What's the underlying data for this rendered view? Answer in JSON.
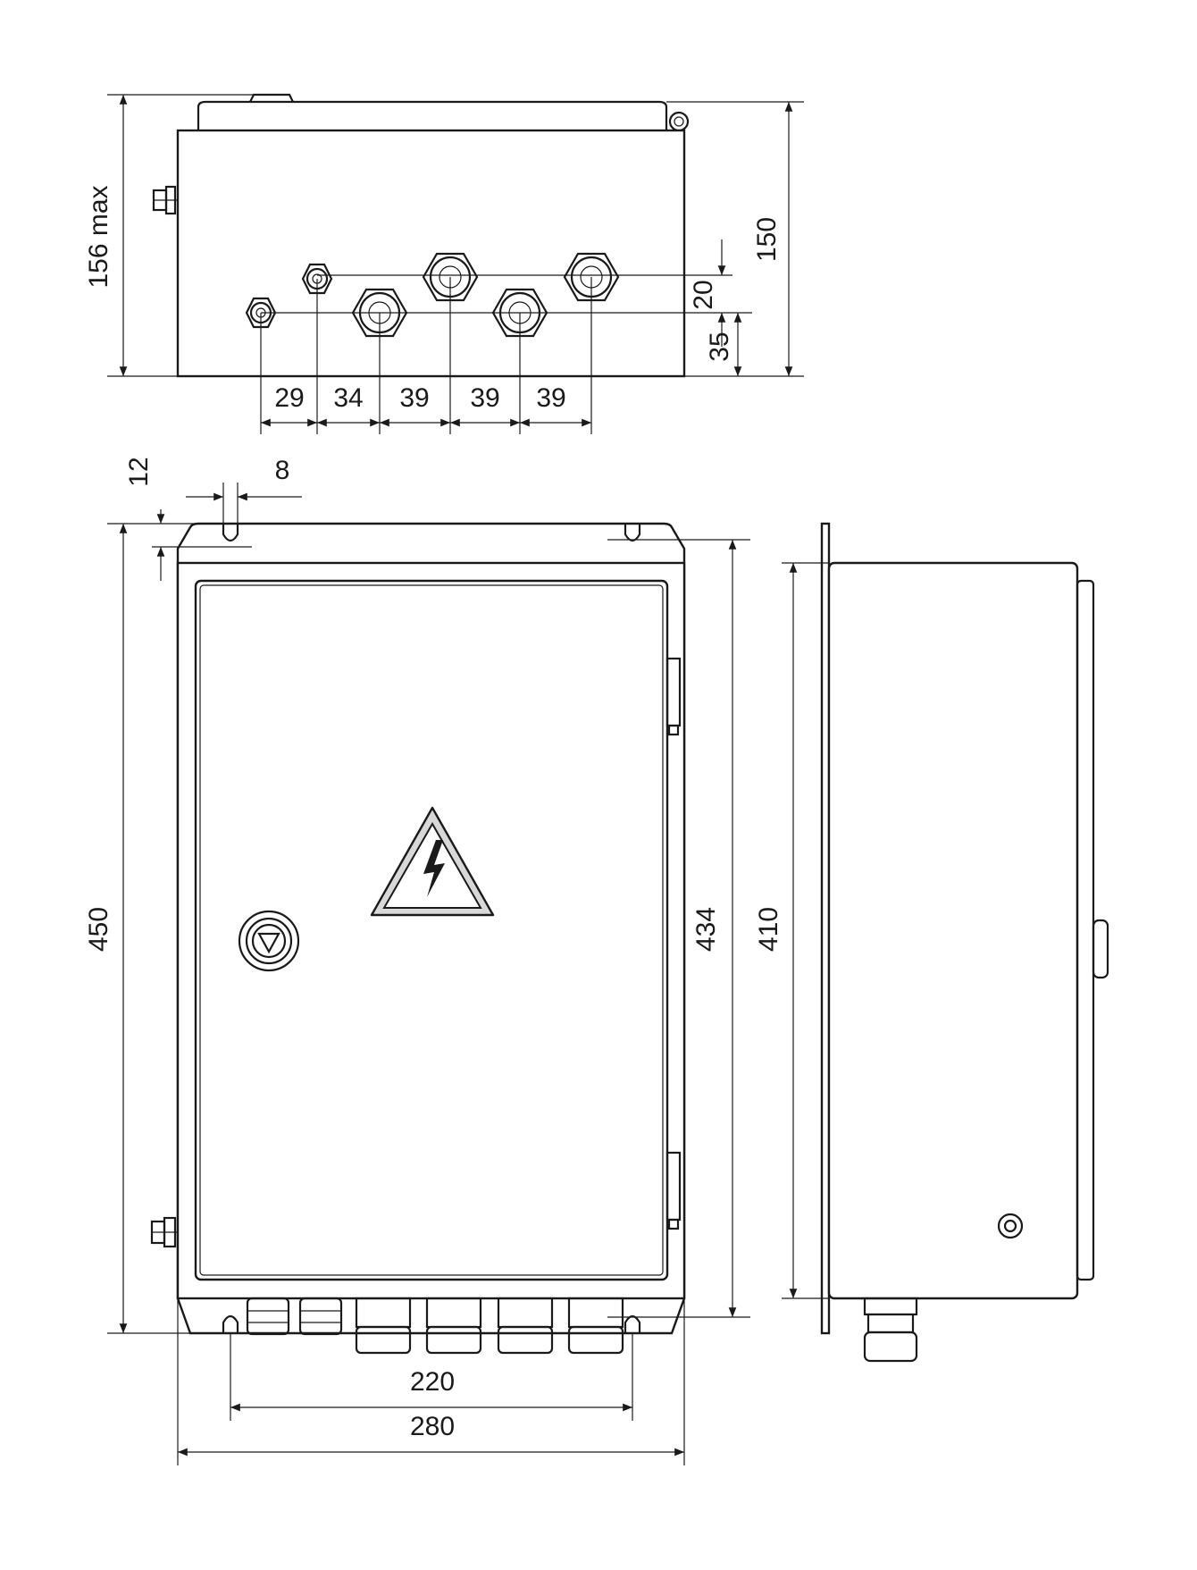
{
  "dimensions": {
    "top_view": {
      "height_max": "156 max",
      "height": "150",
      "row_offset": "20",
      "base_offset": "35",
      "spacings": [
        "29",
        "34",
        "39",
        "39",
        "39"
      ]
    },
    "front_view": {
      "slot_offset": "12",
      "slot_width": "8",
      "total_height": "450",
      "hole_spacing_v": "434",
      "mount_spacing_h": "220",
      "total_width": "280"
    },
    "side_view": {
      "body_height": "410"
    }
  },
  "colors": {
    "line": "#1a1a1a",
    "background": "#ffffff",
    "sign_border": "#1a1a1a",
    "sign_fill": "#ffffff"
  },
  "icons": {
    "warning": "high-voltage-warning-icon",
    "lock": "door-lock-icon"
  }
}
